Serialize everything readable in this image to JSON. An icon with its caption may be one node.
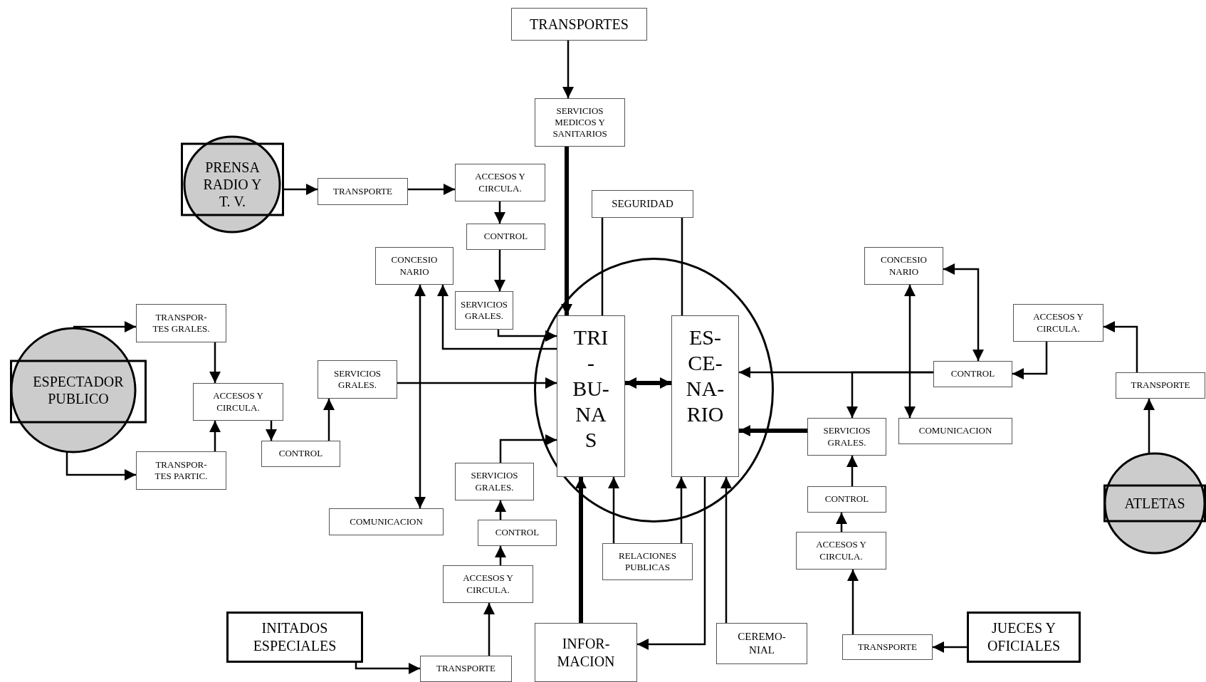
{
  "diagram": {
    "nodes": [
      {
        "text": [
          "TRANSPORTES"
        ]
      },
      {
        "text": [
          "SERVICIOS MEDICOS Y SANITARIOS"
        ]
      },
      {
        "text": [
          "PRENSA RADIO Y T. V."
        ]
      },
      {
        "text": [
          "TRANSPORTE"
        ]
      },
      {
        "text": [
          "ACCESOS Y CIRCULA."
        ]
      },
      {
        "text": [
          "CONTROL"
        ]
      },
      {
        "text": [
          "SERVICIOS GRALES."
        ]
      },
      {
        "text": [
          "SEGURIDAD"
        ]
      },
      {
        "text": [
          "CONCESIO NARIO"
        ]
      },
      {
        "text": [
          "ESPECTADOR PUBLICO"
        ]
      },
      {
        "text": [
          "TRANSPOR- TES GRALES."
        ]
      },
      {
        "text": [
          "TRANSPOR- TES PARTIC."
        ]
      },
      {
        "text": [
          "ACCESOS Y CIRCULA."
        ]
      },
      {
        "text": [
          "CONTROL"
        ]
      },
      {
        "text": [
          "SERVICIOS GRALES."
        ]
      },
      {
        "text": [
          "COMUNICACION"
        ]
      },
      {
        "text": [],
        "shape": "circle"
      },
      {
        "text": [
          "TRI - BU- NA S"
        ],
        "in": 16
      },
      {
        "text": [
          "ES- CE- NA- RIO"
        ],
        "in": 16
      },
      {
        "text": [
          "SERVICIOS GRALES."
        ]
      },
      {
        "text": [
          "CONTROL"
        ]
      },
      {
        "text": [
          "ACCESOS Y CIRCULA."
        ]
      },
      {
        "text": [
          "INITADOS ESPECIALES"
        ]
      },
      {
        "text": [
          "TRANSPORTE"
        ]
      },
      {
        "text": [
          "INFOR- MACION"
        ]
      },
      {
        "text": [
          "RELACIONES PUBLICAS"
        ]
      },
      {
        "text": [
          "CEREMO- NIAL"
        ]
      },
      {
        "text": [
          "CONCESIO NARIO"
        ]
      },
      {
        "text": [
          "ACCESOS Y CIRCULA."
        ]
      },
      {
        "text": [
          "CONTROL"
        ]
      },
      {
        "text": [
          "TRANSPORTE"
        ]
      },
      {
        "text": [
          "SERVICIOS GRALES."
        ]
      },
      {
        "text": [
          "COMUNICACION"
        ]
      },
      {
        "text": [
          "CONTROL"
        ]
      },
      {
        "text": [
          "ACCESOS Y CIRCULA."
        ]
      },
      {
        "text": [
          "ATLETAS"
        ]
      },
      {
        "text": [
          "TRANSPORTE"
        ]
      },
      {
        "text": [
          "JUECES Y OFICIALES"
        ]
      }
    ],
    "edges": [
      {
        "from": 0,
        "to": 1,
        "arrow": "to"
      },
      {
        "from": 1,
        "to": 17,
        "arrow": "to",
        "style": "thick"
      },
      {
        "from": 2,
        "to": 3,
        "arrow": "to"
      },
      {
        "from": 3,
        "to": 4,
        "arrow": "to"
      },
      {
        "from": 4,
        "to": 5,
        "arrow": "to"
      },
      {
        "from": 5,
        "to": 6,
        "arrow": "to"
      },
      {
        "from": 6,
        "to": 17,
        "arrow": "to"
      },
      {
        "from": 7,
        "to": 17,
        "arrow": "none"
      },
      {
        "from": 7,
        "to": 18,
        "arrow": "none"
      },
      {
        "from": 17,
        "to": 8,
        "arrow": "to"
      },
      {
        "from": 8,
        "to": 15,
        "arrow": "both"
      },
      {
        "from": 9,
        "to": 10,
        "arrow": "to"
      },
      {
        "from": 9,
        "to": 11,
        "arrow": "to"
      },
      {
        "from": 10,
        "to": 12,
        "arrow": "to"
      },
      {
        "from": 11,
        "to": 12,
        "arrow": "to"
      },
      {
        "from": 12,
        "to": 13,
        "arrow": "to"
      },
      {
        "from": 13,
        "to": 14,
        "arrow": "to"
      },
      {
        "from": 14,
        "to": 17,
        "arrow": "to"
      },
      {
        "from": 17,
        "to": 18,
        "arrow": "both",
        "style": "thick"
      },
      {
        "from": 19,
        "to": 17,
        "arrow": "to"
      },
      {
        "from": 20,
        "to": 19,
        "arrow": "to"
      },
      {
        "from": 21,
        "to": 20,
        "arrow": "to"
      },
      {
        "from": 23,
        "to": 21,
        "arrow": "to"
      },
      {
        "from": 22,
        "to": 23,
        "arrow": "to"
      },
      {
        "from": 24,
        "to": 17,
        "arrow": "to",
        "style": "thick"
      },
      {
        "from": 25,
        "to": 17,
        "arrow": "to"
      },
      {
        "from": 25,
        "to": 18,
        "arrow": "to"
      },
      {
        "from": 18,
        "to": 24,
        "arrow": "to"
      },
      {
        "from": 26,
        "to": 18,
        "arrow": "to"
      },
      {
        "from": 29,
        "to": 18,
        "arrow": "to"
      },
      {
        "from": 29,
        "to": 31,
        "arrow": "to"
      },
      {
        "from": 27,
        "to": 29,
        "arrow": "both"
      },
      {
        "from": 27,
        "to": 32,
        "arrow": "both"
      },
      {
        "from": 28,
        "to": 29,
        "arrow": "to"
      },
      {
        "from": 30,
        "to": 28,
        "arrow": "to"
      },
      {
        "from": 35,
        "to": 30,
        "arrow": "to"
      },
      {
        "from": 31,
        "to": 18,
        "arrow": "to",
        "style": "thick"
      },
      {
        "from": 33,
        "to": 31,
        "arrow": "to"
      },
      {
        "from": 34,
        "to": 33,
        "arrow": "to"
      },
      {
        "from": 36,
        "to": 34,
        "arrow": "to"
      },
      {
        "from": 37,
        "to": 36,
        "arrow": "to"
      }
    ]
  }
}
